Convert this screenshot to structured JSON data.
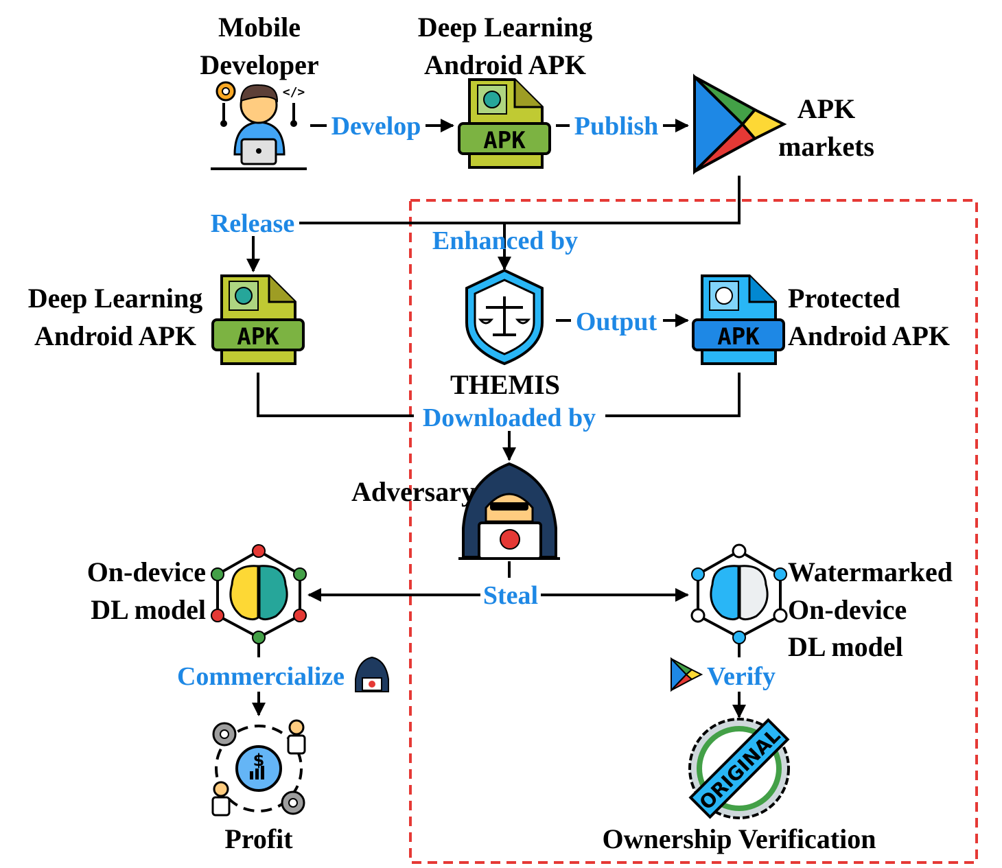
{
  "nodes": {
    "mobile_developer": {
      "line1": "Mobile",
      "line2": "Developer"
    },
    "dl_apk_top": {
      "line1": "Deep Learning",
      "line2": "Android APK"
    },
    "apk_markets": {
      "line1": "APK",
      "line2": "markets"
    },
    "dl_apk_mid": {
      "line1": "Deep Learning",
      "line2": "Android APK"
    },
    "themis": {
      "label": "THEMIS"
    },
    "protected_apk": {
      "line1": "Protected",
      "line2": "Android APK"
    },
    "adversary": {
      "label": "Adversary"
    },
    "ondevice_model": {
      "line1": "On-device",
      "line2": "DL model"
    },
    "watermarked_model": {
      "line1": "Watermarked",
      "line2": "On-device",
      "line3": "DL model"
    },
    "profit": {
      "label": "Profit"
    },
    "ownership": {
      "label": "Ownership Verification"
    }
  },
  "edges": {
    "develop": "Develop",
    "publish": "Publish",
    "release": "Release",
    "enhanced_by": "Enhanced by",
    "output": "Output",
    "downloaded_by": "Downloaded by",
    "steal": "Steal",
    "commercialize": "Commercialize",
    "verify": "Verify"
  },
  "icons": {
    "apk_badge": "APK",
    "original_stamp": "ORIGINAL",
    "dollar": "$"
  },
  "colors": {
    "edge_label": "#1e88e5",
    "boundary": "#e53935",
    "apk_green": "#7cb342",
    "apk_blue": "#1e88e5"
  }
}
